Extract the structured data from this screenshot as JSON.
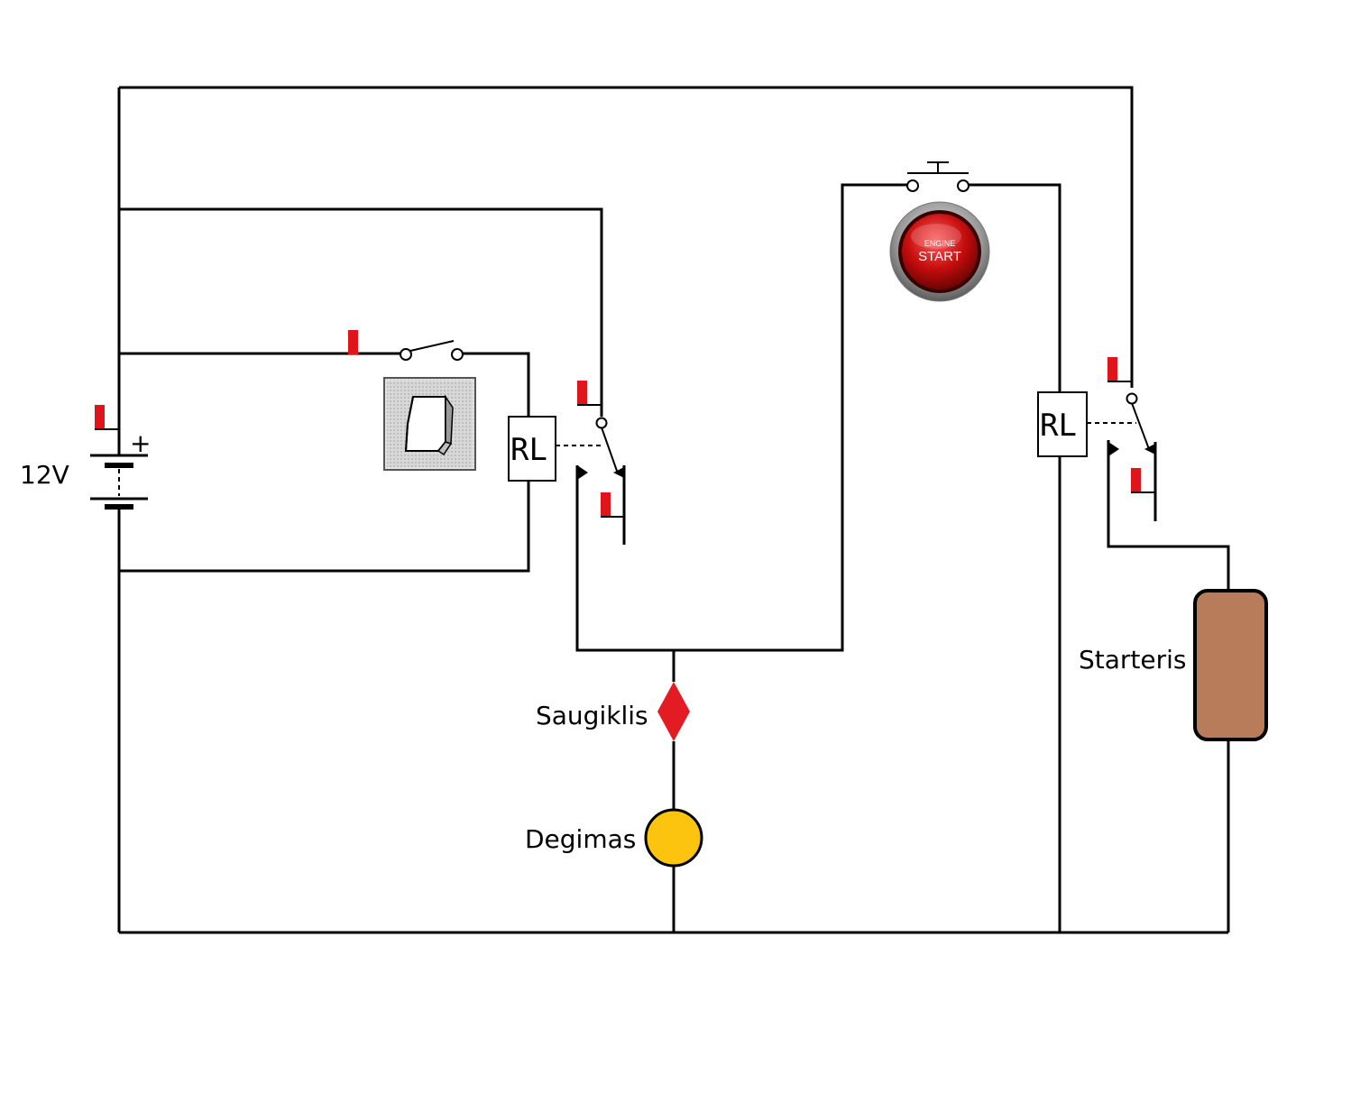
{
  "labels": {
    "battery": "12V",
    "battery_plus": "+",
    "relay_1": "RL",
    "relay_2": "RL",
    "fuse": "Saugiklis",
    "lamp": "Degimas",
    "starter": "Starteris",
    "button_top": "ENGINE",
    "button_bottom": "START"
  },
  "colors": {
    "wire": "#000000",
    "indicator": "#e0151b",
    "fuse": "#e31b23",
    "lamp": "#fcc30f",
    "starter": "#b97c5a",
    "button": "#cc1111"
  }
}
